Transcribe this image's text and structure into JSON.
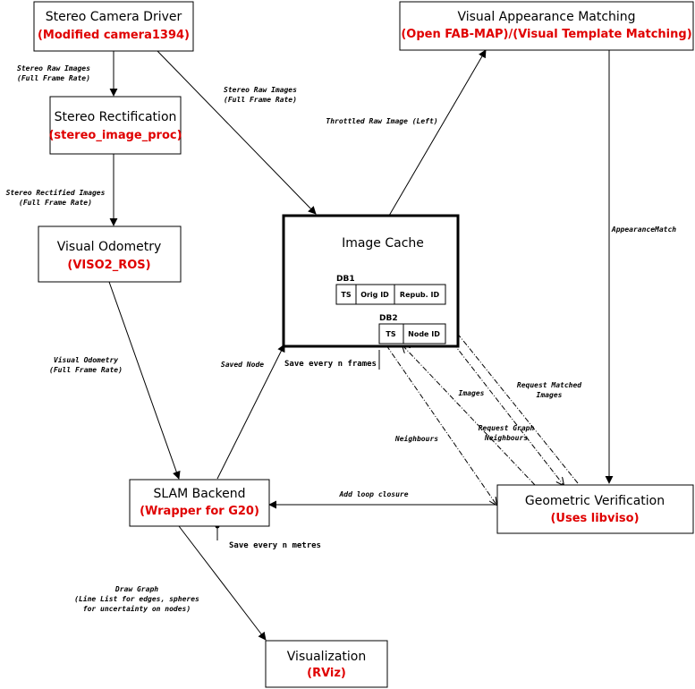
{
  "nodes": {
    "camera_driver": {
      "title": "Stereo Camera Driver",
      "subtitle": "(Modified camera1394)"
    },
    "appearance": {
      "title": "Visual Appearance Matching",
      "subtitle": "(Open FAB-MAP)/(Visual Template Matching)"
    },
    "rectification": {
      "title": "Stereo Rectification",
      "subtitle": "(stereo_image_proc)"
    },
    "odometry": {
      "title": "Visual Odometry",
      "subtitle": "(VISO2_ROS)"
    },
    "image_cache": {
      "title": "Image Cache",
      "db1": {
        "label": "DB1",
        "columns": [
          "TS",
          "Orig ID",
          "Repub. ID"
        ]
      },
      "db2": {
        "label": "DB2",
        "columns": [
          "TS",
          "Node ID"
        ]
      }
    },
    "slam": {
      "title": "SLAM Backend",
      "subtitle": "(Wrapper for G20)"
    },
    "geometric": {
      "title": "Geometric Verification",
      "subtitle": "(Uses libviso)"
    },
    "visualization": {
      "title": "Visualization",
      "subtitle": "(RViz)"
    }
  },
  "edges": {
    "raw_to_rect": [
      "Stereo Raw Images",
      "(Full Frame Rate)"
    ],
    "raw_to_cache": [
      "Stereo Raw Images",
      "(Full Frame Rate)"
    ],
    "throttled": [
      "Throttled Raw Image (Left)"
    ],
    "rectified": [
      "Stereo Rectified Images",
      "(Full Frame Rate)"
    ],
    "appearance_match": [
      "AppearanceMatch"
    ],
    "vo": [
      "Visual Odometry",
      "(Full Frame Rate)"
    ],
    "saved_node": [
      "Saved Node"
    ],
    "request_matched": [
      "Request Matched",
      "Images"
    ],
    "images": [
      "Images"
    ],
    "request_graph": [
      "Request Graph",
      "Neighbours"
    ],
    "neighbours": [
      "Neighbours"
    ],
    "loop_closure": [
      "Add loop closure"
    ],
    "draw_graph": [
      "Draw Graph",
      "(Line List for edges, spheres",
      "for uncertainty on nodes)"
    ]
  },
  "annotations": {
    "save_frames": "Save every n frames",
    "save_metres": "Save every n metres"
  }
}
